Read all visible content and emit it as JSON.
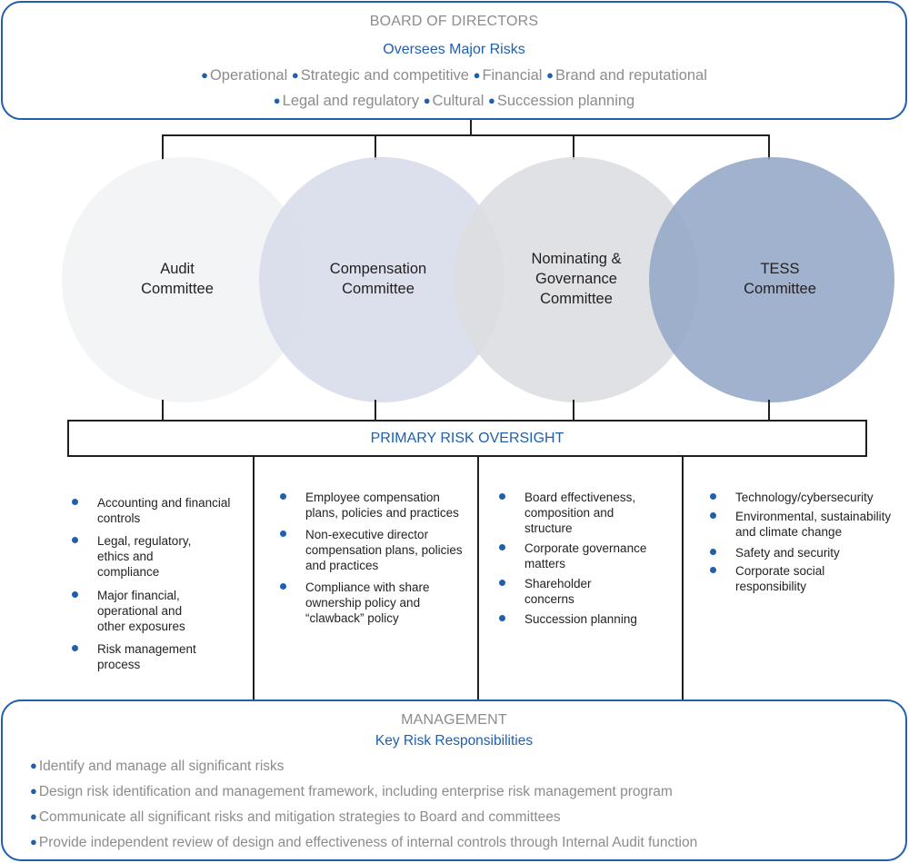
{
  "board": {
    "title": "BOARD OF DIRECTORS",
    "subtitle": "Oversees Major Risks",
    "risks_row1": [
      "Operational",
      "Strategic and competitive",
      "Financial",
      "Brand and reputational"
    ],
    "risks_row2": [
      "Legal and regulatory",
      "Cultural",
      "Succession planning"
    ]
  },
  "committees": [
    {
      "name_line1": "Audit",
      "name_line2": "Committee",
      "name_line3": "",
      "color": "#f2f4f6"
    },
    {
      "name_line1": "Compensation",
      "name_line2": "Committee",
      "name_line3": "",
      "color": "#d6dce9"
    },
    {
      "name_line1": "Nominating &",
      "name_line2": "Governance",
      "name_line3": "Committee",
      "color": "#dcdde0"
    },
    {
      "name_line1": "TESS",
      "name_line2": "Committee",
      "name_line3": "",
      "color": "#93a7c6"
    }
  ],
  "oversight": {
    "label": "PRIMARY RISK OVERSIGHT",
    "columns": [
      {
        "items": [
          "Accounting and financial controls",
          "Legal, regulatory, ethics and compliance",
          "Major financial, operational and other exposures",
          "Risk management process"
        ]
      },
      {
        "items": [
          "Employee compensation plans, policies and practices",
          "Non-executive director compensation plans, policies and practices",
          "Compliance with share ownership policy and “clawback” policy"
        ]
      },
      {
        "items": [
          "Board effectiveness, composition and structure",
          "Corporate governance matters",
          "Shareholder concerns",
          "Succession planning"
        ]
      },
      {
        "items": [
          "Technology/cybersecurity",
          "Environmental, sustainability and climate change",
          "Safety and security",
          "Corporate social responsibility"
        ]
      }
    ]
  },
  "management": {
    "title": "MANAGEMENT",
    "subtitle": "Key Risk Responsibilities",
    "items": [
      "Identify and manage all significant risks",
      "Design risk identification and management framework, including enterprise risk management program",
      "Communicate all significant risks and mitigation strategies to Board and committees",
      "Provide independent review of design and effectiveness of internal controls through Internal Audit function"
    ]
  },
  "colors": {
    "accent": "#1f5fae",
    "muted_text": "#8c8c8c",
    "line": "#231f20"
  }
}
